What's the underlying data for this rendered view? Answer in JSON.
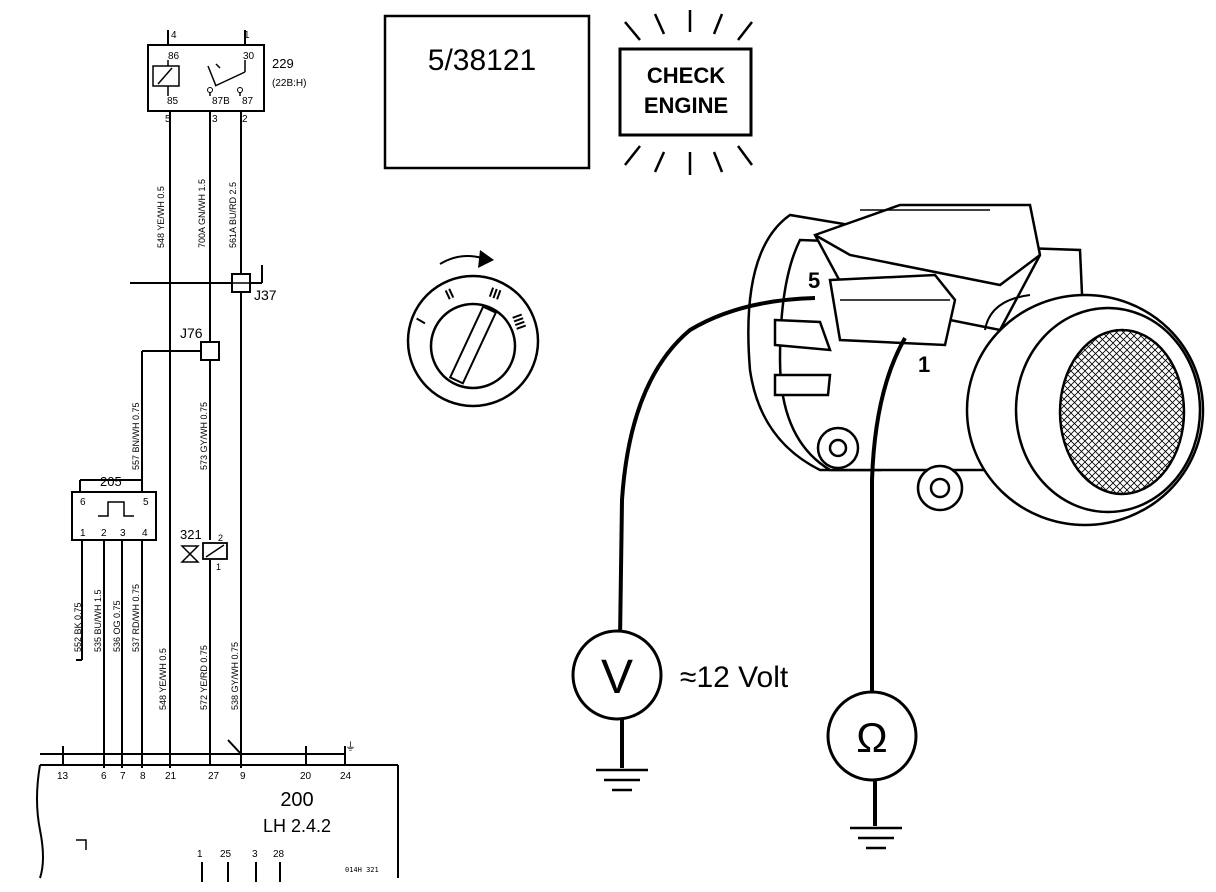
{
  "code_box": {
    "code": "5/38121"
  },
  "check_engine": {
    "line1": "CHECK",
    "line2": "ENGINE"
  },
  "relay": {
    "number": "229",
    "subtitle": "(22B:H)",
    "top_pins": [
      "4",
      "1"
    ],
    "inner_pins": [
      "86",
      "30",
      "85",
      "87B",
      "87"
    ],
    "bottom_pins": [
      "5",
      "3",
      "2"
    ]
  },
  "wires": {
    "w548_top": "548 YE/WH 0.5",
    "w700A": "700A GN/WH 1.5",
    "w561A": "561A BU/RD 2.5",
    "w557": "557 BN/WH 0.75",
    "w573": "573 GY/WH 0.75",
    "w552": "552 BK 0.75",
    "w535": "535 BU/WH 1.5",
    "w536": "536 OG 0.75",
    "w537": "537 RD/WH 0.75",
    "w548_bottom": "548 YE/WH 0.5",
    "w572": "572 YE/RD 0.75",
    "w538": "538 GY/WH 0.75"
  },
  "junctions": {
    "j37": "J37",
    "j76": "J76"
  },
  "sensor_205": {
    "number": "205",
    "top_pins": [
      "6",
      "5"
    ],
    "bottom_pins": [
      "1",
      "2",
      "3",
      "4"
    ]
  },
  "valve_321": {
    "number": "321",
    "pin_a": "2",
    "pin_b": "1"
  },
  "ecu": {
    "number": "200",
    "model": "LH  2.4.2",
    "top_pins": [
      "13",
      "6",
      "7",
      "8",
      "21",
      "27",
      "9",
      "20",
      "24"
    ],
    "bottom_pins": [
      "1",
      "25",
      "3",
      "28"
    ],
    "footnote": "014H 321"
  },
  "meter": {
    "volt_symbol": "V",
    "reading": "≈12 Volt",
    "ohm_symbol": "Ω",
    "pin5": "5",
    "pin1": "1"
  },
  "ignition": {
    "marks": [
      "I",
      "II",
      "III",
      "IIII"
    ]
  }
}
